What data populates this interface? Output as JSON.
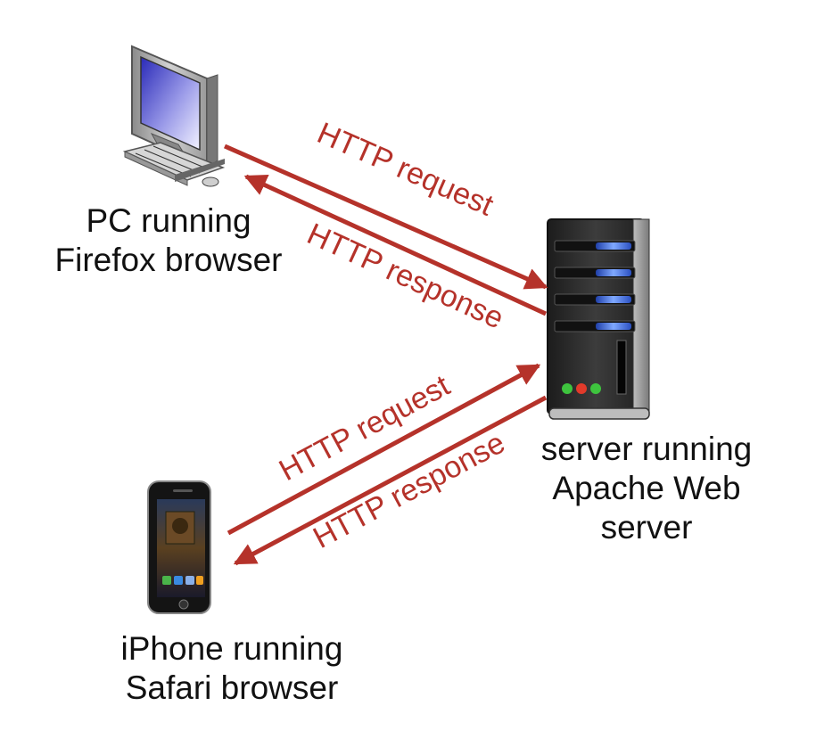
{
  "nodes": {
    "pc": {
      "label_lines": [
        "PC running",
        "Firefox browser"
      ]
    },
    "server": {
      "label_lines": [
        "server running",
        "Apache Web",
        "server"
      ]
    },
    "iphone": {
      "label_lines": [
        "iPhone running",
        "Safari browser"
      ]
    }
  },
  "arrows": {
    "pc_request": {
      "label": "HTTP request"
    },
    "pc_response": {
      "label": "HTTP response"
    },
    "iphone_request": {
      "label": "HTTP request"
    },
    "iphone_response": {
      "label": "HTTP response"
    }
  },
  "colors": {
    "arrow": "#b5322a",
    "label_text": "#111111"
  },
  "icons": {
    "pc": "desktop-computer-icon",
    "server": "tower-server-icon",
    "iphone": "smartphone-icon"
  }
}
